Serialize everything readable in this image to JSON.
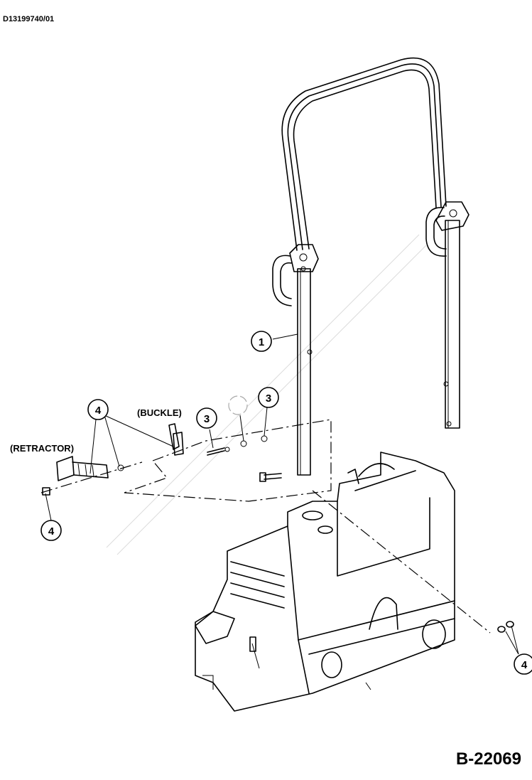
{
  "header": {
    "doc_id": "D13199740/01"
  },
  "footer": {
    "figure_id": "B-22069"
  },
  "labels": {
    "buckle": "(BUCKLE)",
    "retractor": "(RETRACTOR)"
  },
  "callouts": {
    "c1": "1",
    "c3a": "3",
    "c3b": "3",
    "c4top": "4",
    "c4bottom": "4",
    "c4right": "4"
  }
}
